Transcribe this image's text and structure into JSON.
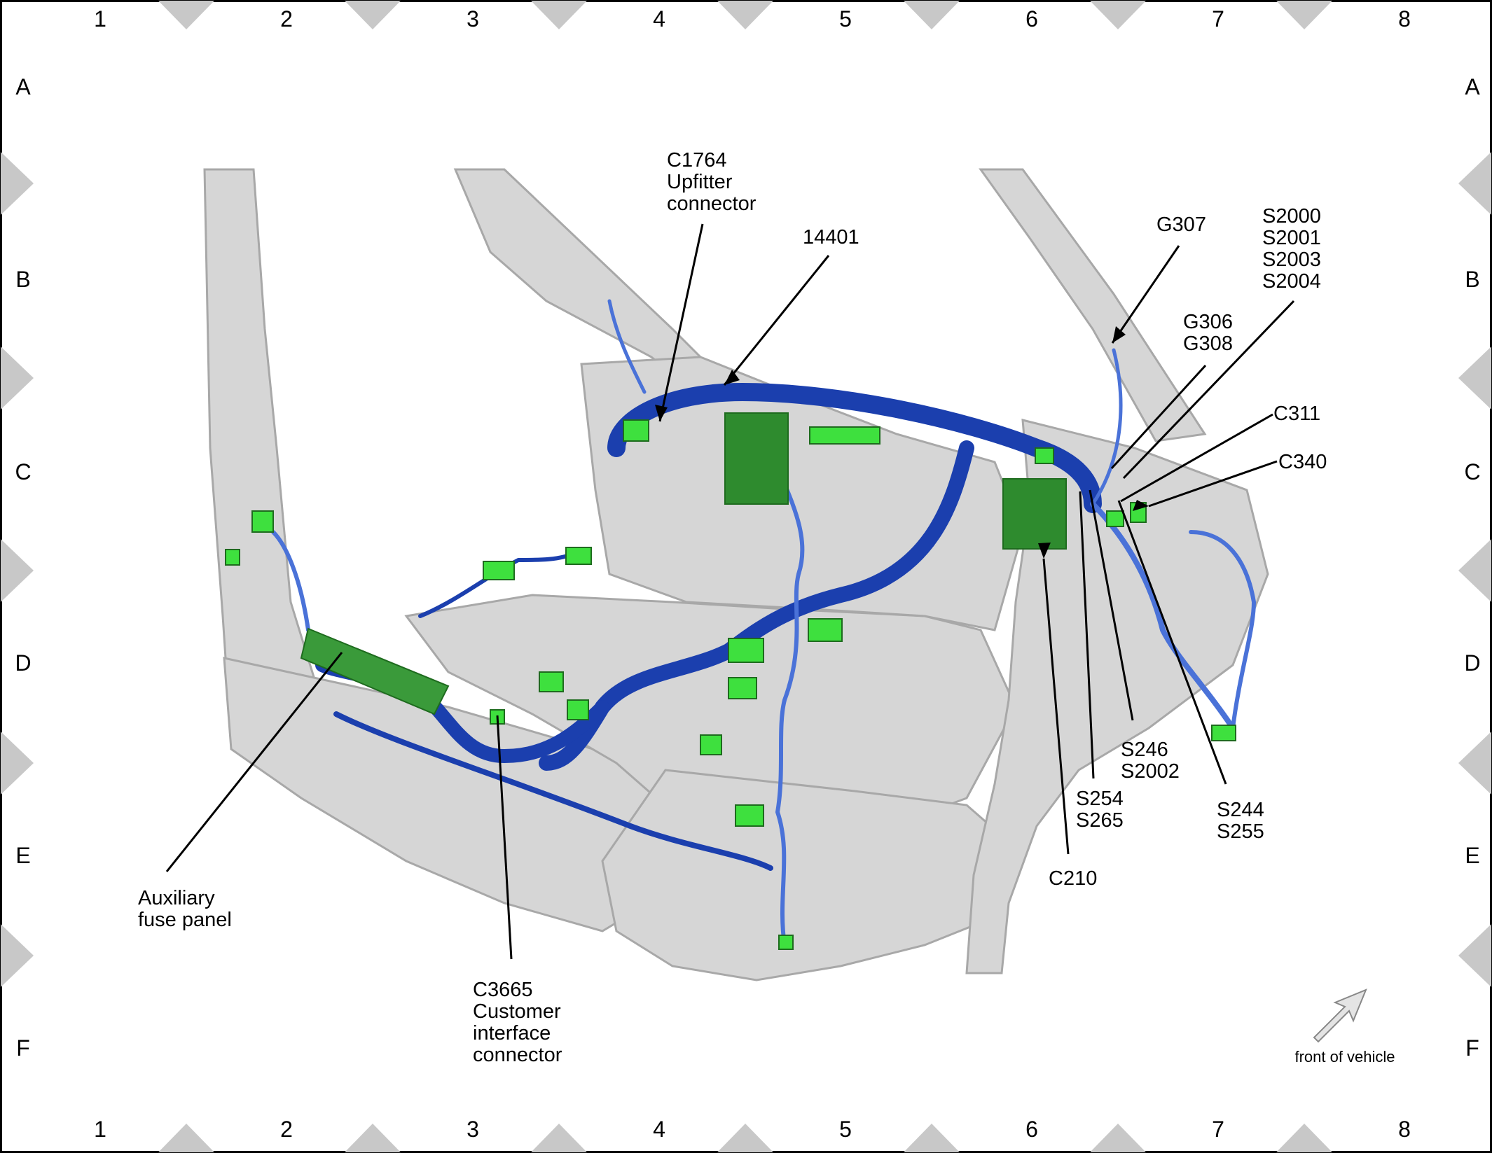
{
  "grid": {
    "columns": [
      "1",
      "2",
      "3",
      "4",
      "5",
      "6",
      "7",
      "8"
    ],
    "rows": [
      "A",
      "B",
      "C",
      "D",
      "E",
      "F"
    ]
  },
  "callouts": {
    "c1764": [
      "C1764",
      "Upfitter",
      "connector"
    ],
    "h14401": [
      "14401"
    ],
    "g307": [
      "G307"
    ],
    "s2000": [
      "S2000",
      "S2001",
      "S2003",
      "S2004"
    ],
    "g306": [
      "G306",
      "G308"
    ],
    "c311": [
      "C311"
    ],
    "c340": [
      "C340"
    ],
    "aux_fuse": [
      "Auxiliary",
      "fuse panel"
    ],
    "c3665": [
      "C3665",
      "Customer",
      "interface",
      "connector"
    ],
    "c210": [
      "C210"
    ],
    "s254": [
      "S254",
      "S265"
    ],
    "s246": [
      "S246",
      "S2002"
    ],
    "s244": [
      "S244",
      "S255"
    ]
  },
  "orientation": {
    "label": "front of vehicle",
    "arrow_icon": "direction-arrow-icon"
  },
  "colors": {
    "harness": "#1b3fae",
    "harness_light": "#4a72d8",
    "connector": "#3ee03e",
    "module": "#2e8b2e",
    "body": "#d3d3d3",
    "body_edge": "#a9a9a9",
    "frame": "#000000",
    "marker": "#c8c8c8"
  }
}
